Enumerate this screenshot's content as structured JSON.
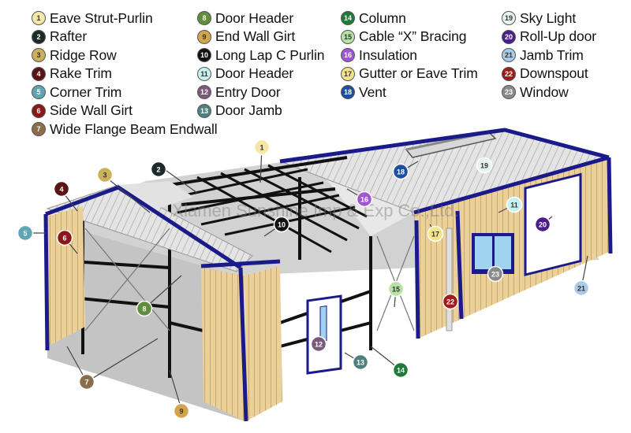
{
  "legend": [
    {
      "num": "1",
      "label": "Eave Strut-Purlin",
      "color": "#f7e7a6",
      "text": "#333"
    },
    {
      "num": "2",
      "label": "Rafter",
      "color": "#1e2a2a",
      "text": "#ffffff"
    },
    {
      "num": "3",
      "label": "Ridge Row",
      "color": "#cbb25a",
      "text": "#333"
    },
    {
      "num": "4",
      "label": "Rake Trim",
      "color": "#5a1414",
      "text": "#ffffff"
    },
    {
      "num": "5",
      "label": "Corner Trim",
      "color": "#5fa5b3",
      "text": "#ffffff"
    },
    {
      "num": "6",
      "label": "Side Wall Girt",
      "color": "#8c1717",
      "text": "#ffffff"
    },
    {
      "num": "7",
      "label": "Wide Flange Beam Endwall",
      "color": "#8a6d4a",
      "text": "#ffffff"
    },
    {
      "num": "8",
      "label": "Door Header",
      "color": "#5f8f3c",
      "text": "#ffffff"
    },
    {
      "num": "9",
      "label": "End Wall Girt",
      "color": "#d2a44d",
      "text": "#333"
    },
    {
      "num": "10",
      "label": "Long Lap C Purlin",
      "color": "#111111",
      "text": "#ffffff"
    },
    {
      "num": "11",
      "label": "Door Header",
      "color": "#c8f0ee",
      "text": "#333"
    },
    {
      "num": "12",
      "label": "Entry Door",
      "color": "#7a5a7a",
      "text": "#ffffff"
    },
    {
      "num": "13",
      "label": "Door Jamb",
      "color": "#4f8080",
      "text": "#ffffff"
    },
    {
      "num": "14",
      "label": "Column",
      "color": "#1f7a3a",
      "text": "#ffffff"
    },
    {
      "num": "15",
      "label": "Cable “X” Bracing",
      "color": "#b6e3a4",
      "text": "#333"
    },
    {
      "num": "16",
      "label": "Insulation",
      "color": "#a155d6",
      "text": "#ffffff"
    },
    {
      "num": "17",
      "label": "Gutter or Eave Trim",
      "color": "#f3e48b",
      "text": "#333"
    },
    {
      "num": "18",
      "label": "Vent",
      "color": "#1d4fa0",
      "text": "#ffffff"
    },
    {
      "num": "19",
      "label": "Sky Light",
      "color": "#e6f4f0",
      "text": "#333"
    },
    {
      "num": "20",
      "label": "Roll-Up door",
      "color": "#4b1c8a",
      "text": "#ffffff"
    },
    {
      "num": "21",
      "label": "Jamb Trim",
      "color": "#a9cbe8",
      "text": "#333"
    },
    {
      "num": "22",
      "label": "Downspout",
      "color": "#a21a1a",
      "text": "#ffffff"
    },
    {
      "num": "23",
      "label": "Window",
      "color": "#8a8a8a",
      "text": "#ffffff"
    }
  ],
  "watermark": "Xiamen Sunshine Imp & Exp Co.,Ltd.",
  "colors": {
    "wall": "#ecd09a",
    "trim": "#1a1a8a",
    "roof": "#e6e6e6",
    "steel": "#111111",
    "floor": "#cfcfcf"
  }
}
